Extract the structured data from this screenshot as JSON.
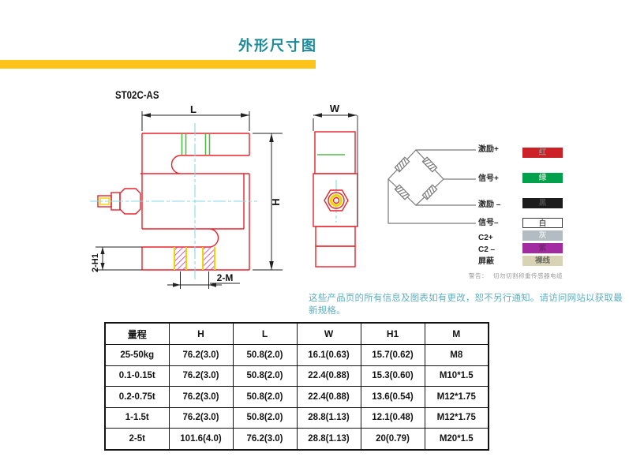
{
  "page": {
    "title": "外形尺寸图",
    "model": "ST02C-AS",
    "notice": "这些产品页的所有信息及图表如有更改，恕不另行通知。请访问网站以获取最新规格。"
  },
  "drawing": {
    "front_view": {
      "length_label": "L",
      "height_label": "H",
      "thread_holes_label": "2-M",
      "hole_depth_label": "2-H1"
    },
    "side_view": {
      "width_label": "W"
    }
  },
  "wiring": {
    "warning_prefix": "警告：",
    "warning_text": "切勿切割称重传感器电缆",
    "rows": [
      {
        "label": "激励+",
        "wire": "红",
        "color": "#CB2127",
        "text_color": "#8f8f8f",
        "bordered": false
      },
      {
        "label": "信号+",
        "wire": "绿",
        "color": "#00A14D",
        "text_color": "#bcd8c2",
        "bordered": false
      },
      {
        "label": "激励 –",
        "wire": "黑",
        "color": "#1C1C1C",
        "text_color": "#4a4a4a",
        "bordered": false
      },
      {
        "label": "信号–",
        "wire": "白",
        "color": "#FFFFFF",
        "text_color": "#5a5a5a",
        "bordered": true
      },
      {
        "label": "C2+",
        "wire": "灰",
        "color": "#B3BCC3",
        "text_color": "#e6eaec",
        "bordered": false
      },
      {
        "label": "C2 –",
        "wire": "紫",
        "color": "#A32BA1",
        "text_color": "#772574",
        "bordered": false
      },
      {
        "label": "屏蔽",
        "wire": "裸线",
        "color": "#D9D3B6",
        "text_color": "#6b6b5e",
        "bordered": false
      }
    ]
  },
  "table": {
    "headers": [
      "量程",
      "H",
      "L",
      "W",
      "H1",
      "M"
    ],
    "rows": [
      [
        "25-50kg",
        "76.2(3.0)",
        "50.8(2.0)",
        "16.1(0.63)",
        "15.7(0.62)",
        "M8"
      ],
      [
        "0.1-0.15t",
        "76.2(3.0)",
        "50.8(2.0)",
        "22.4(0.88)",
        "15.3(0.60)",
        "M10*1.5"
      ],
      [
        "0.2-0.75t",
        "76.2(3.0)",
        "50.8(2.0)",
        "22.4(0.88)",
        "13.6(0.54)",
        "M12*1.75"
      ],
      [
        "1-1.5t",
        "76.2(3.0)",
        "50.8(2.0)",
        "28.8(1.13)",
        "12.1(0.48)",
        "M12*1.75"
      ],
      [
        "2-5t",
        "101.6(4.0)",
        "76.2(3.0)",
        "28.8(1.13)",
        "20(0.79)",
        "M20*1.5"
      ]
    ]
  },
  "colors": {
    "title_teal": "#1A8A9C",
    "bar_yellow": "#FCC41A",
    "notice_teal": "#5EAFC0",
    "drawing_red": "#E8232B",
    "drawing_green": "#53B948",
    "centerline_cyan": "#86D7E8",
    "thread_yellow": "#F0D400",
    "hatch_magenta": "#D63FAE",
    "dimension_dark": "#222222",
    "bridge_gray": "#7a7a7a"
  }
}
